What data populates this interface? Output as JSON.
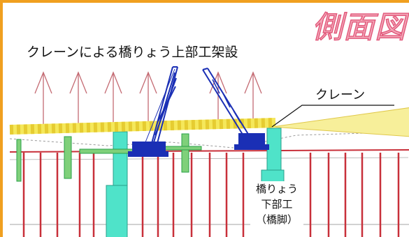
{
  "diagram": {
    "view_title": "側面図",
    "caption": "クレーンによる橋りょう上部工架設",
    "crane_label": "クレーン",
    "pier_label": {
      "line1": "橋りょう",
      "line2": "下部工",
      "line3": "（橋脚）"
    }
  },
  "colors": {
    "frame_border": "#f0a020",
    "title_fill": "#f2a7b8",
    "title_outline": "#e2577a",
    "girder": "#f5e85a",
    "crane": "#1a2fb5",
    "pier": "#4fe3c9",
    "piles": "#c8303a",
    "temporary_supports": "#2aa048",
    "hanging_lines": "#c46a72"
  }
}
